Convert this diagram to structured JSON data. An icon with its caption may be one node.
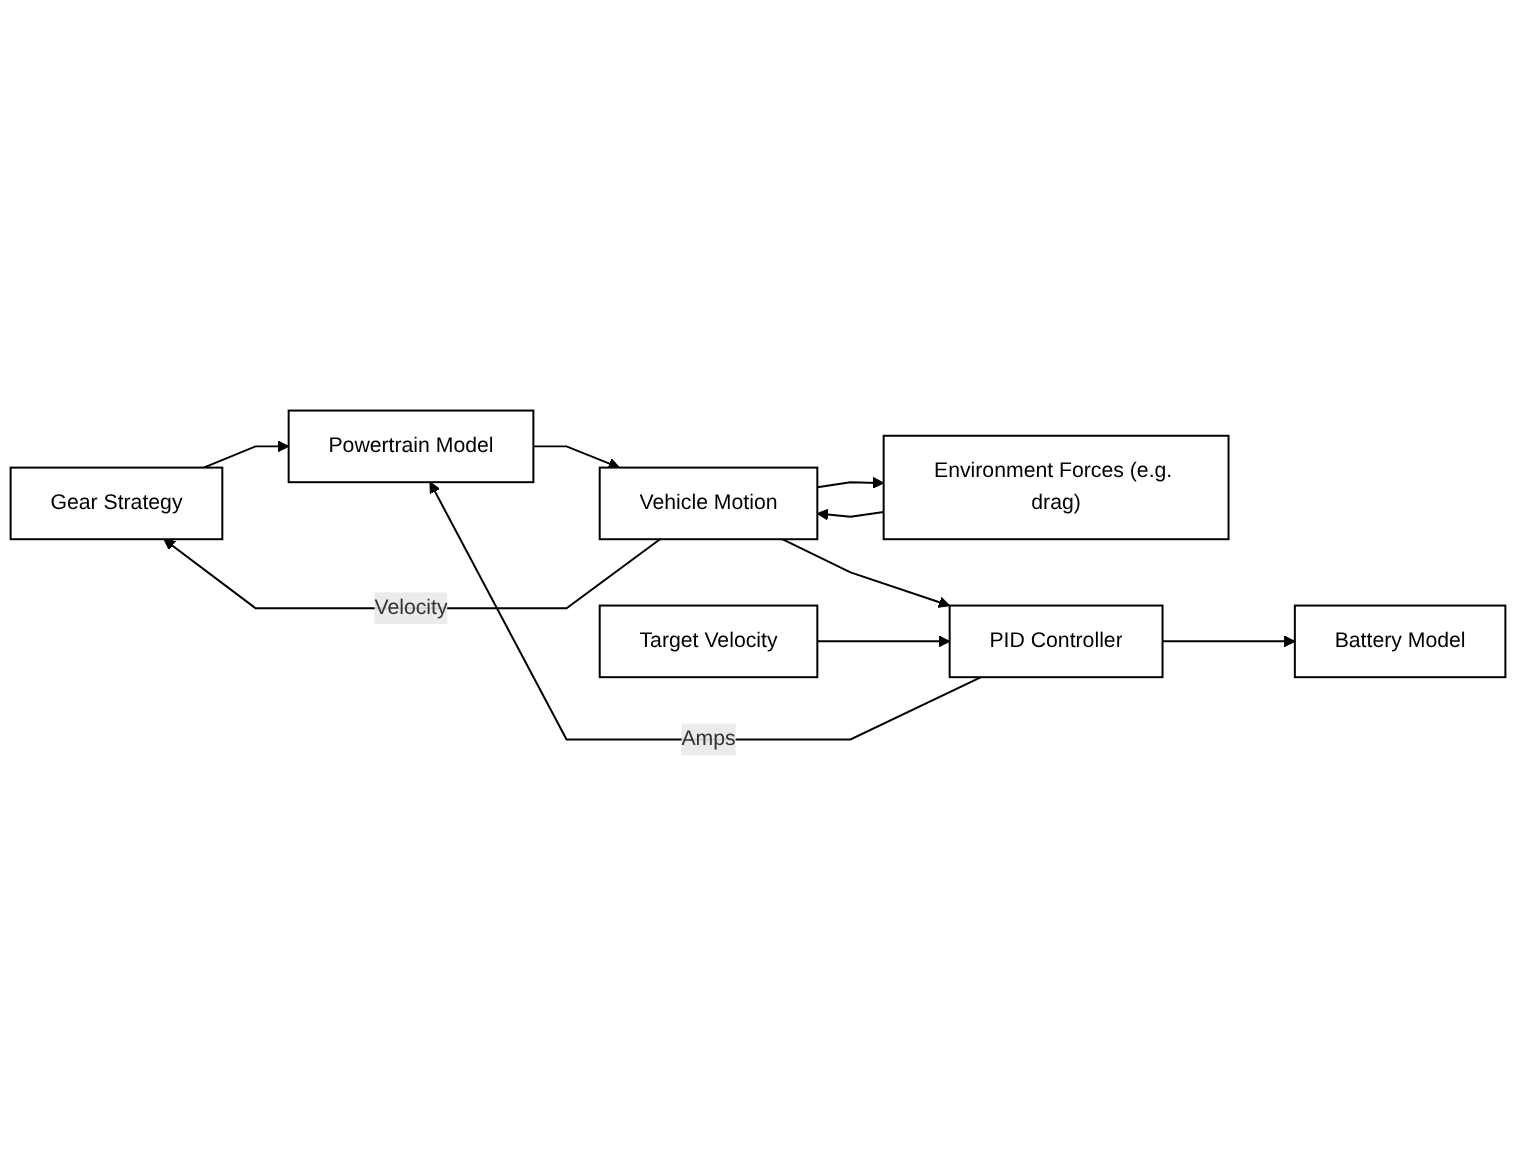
{
  "diagram": {
    "nodes": [
      {
        "text": [
          "Gear Strategy"
        ]
      },
      {
        "text": [
          "Powertrain Model"
        ]
      },
      {
        "text": [
          "Vehicle Motion"
        ]
      },
      {
        "text": [
          "Environment Forces (e.g. drag)"
        ]
      },
      {
        "text": [
          "PID Controller"
        ]
      },
      {
        "text": [
          "Target Velocity"
        ]
      },
      {
        "text": [
          "Battery Model"
        ]
      }
    ],
    "edges": [
      {
        "from": 0,
        "to": 1,
        "arrow": "to"
      },
      {
        "from": 1,
        "to": 2,
        "arrow": "to"
      },
      {
        "from": 3,
        "to": 2,
        "arrow": "to"
      },
      {
        "from": 2,
        "to": 0,
        "arrow": "to",
        "label": "Velocity"
      },
      {
        "from": 2,
        "to": 3,
        "arrow": "to"
      },
      {
        "from": 2,
        "to": 4,
        "arrow": "to"
      },
      {
        "from": 5,
        "to": 4,
        "arrow": "to"
      },
      {
        "from": 4,
        "to": 1,
        "arrow": "to",
        "label": "Amps"
      },
      {
        "from": 4,
        "to": 6,
        "arrow": "to"
      }
    ]
  }
}
